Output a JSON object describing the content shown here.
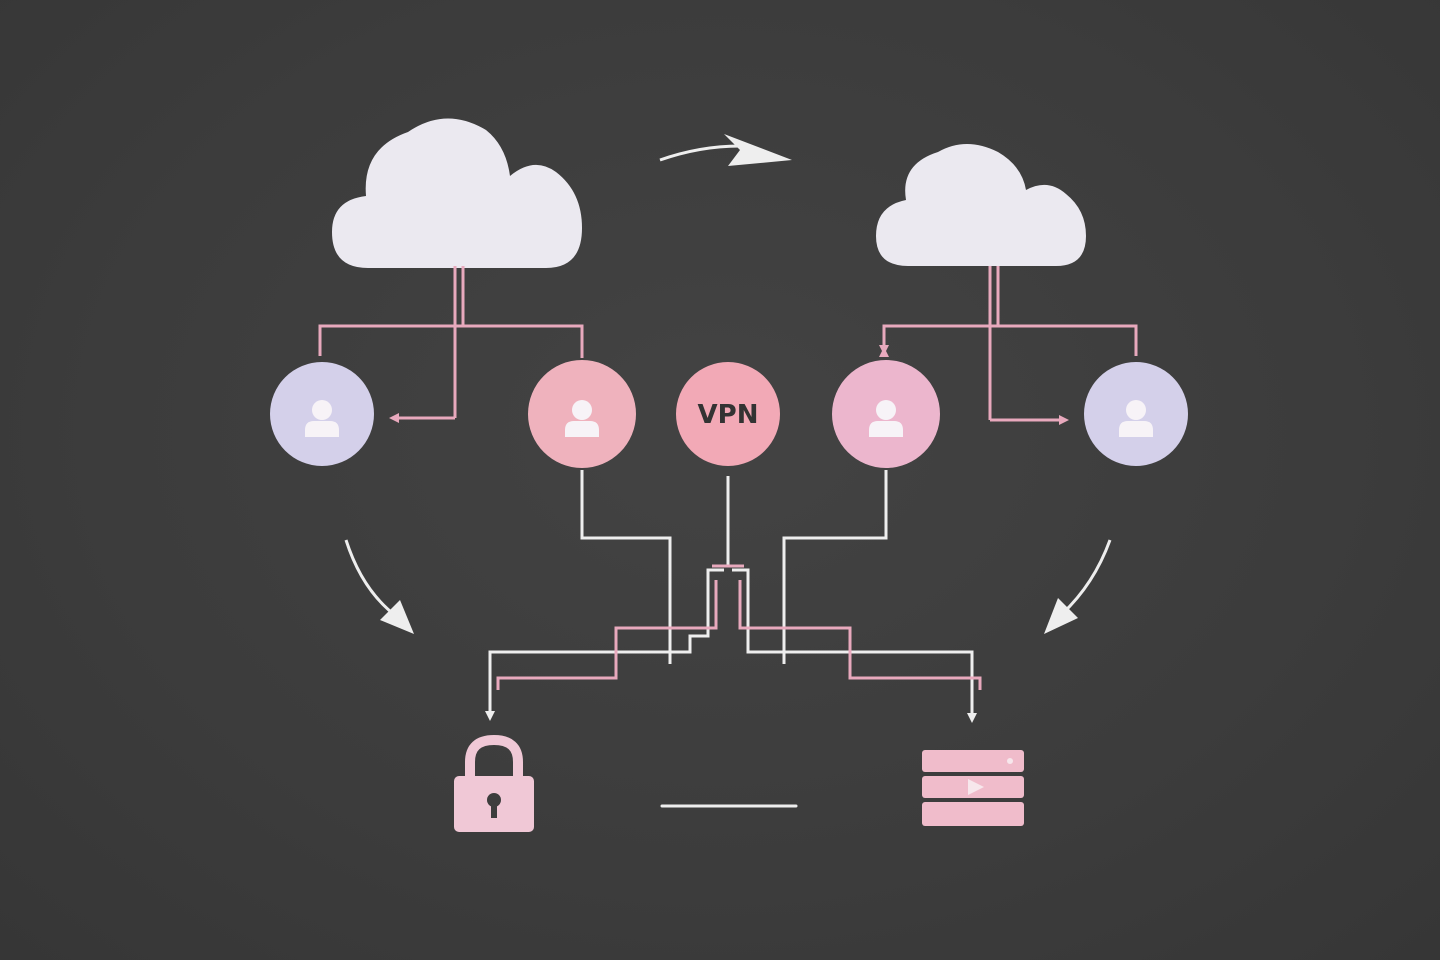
{
  "diagram": {
    "vpn_node": {
      "label": "VPN"
    },
    "colors": {
      "background": "#3d3d3d",
      "cloud": "#ebe9f0",
      "line_pink": "#e8a9bd",
      "line_white": "#eeeeee",
      "user_lavender": "#d4d0ea",
      "user_pink": "#efb2bd",
      "user_pink_light": "#ecb6cd",
      "vpn_circle": "#f2a9b6",
      "vpn_text": "#333333",
      "lock": "#f0c8d6",
      "server": "#f0bccb",
      "user_glyph": "#f7f3f7"
    },
    "nodes": [
      {
        "name": "cloud-left",
        "icon": "cloud-icon"
      },
      {
        "name": "cloud-right",
        "icon": "cloud-icon"
      },
      {
        "name": "user-far-left",
        "icon": "user-icon"
      },
      {
        "name": "user-center-left",
        "icon": "user-icon"
      },
      {
        "name": "user-center-right",
        "icon": "user-icon"
      },
      {
        "name": "user-far-right",
        "icon": "user-icon"
      },
      {
        "name": "lock",
        "icon": "padlock-icon"
      },
      {
        "name": "server",
        "icon": "server-icon"
      }
    ]
  }
}
